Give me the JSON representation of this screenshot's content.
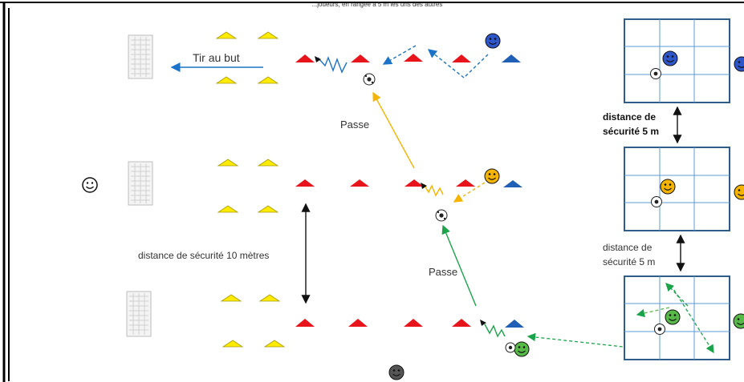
{
  "header": {
    "text": "...joueurs, en rangée à 5 m les uns des autres"
  },
  "labels": {
    "shot": "Tir au but",
    "pass_1": "Passe",
    "pass_2": "Passe",
    "safety_10m": "distance de sécurité 10 mètres",
    "safety_5m_1_line1": "distance de",
    "safety_5m_1_line2": "sécurité 5 m",
    "safety_5m_2_line1": "distance de",
    "safety_5m_2_line2": "sécurité 5 m"
  },
  "colors": {
    "cone_red": "#e8141c",
    "cone_blue": "#1f5fb5",
    "cone_yellow": "#ffeb00",
    "player_blue": "#2f56c9",
    "player_yellow": "#f5b400",
    "player_green": "#57b947",
    "player_grey": "#555555",
    "arrow_blue": "#1a73c9",
    "arrow_orange": "#f5b400",
    "arrow_green": "#1aa34a",
    "grid_line": "#5b9bd5",
    "grid_border": "#2e5d8a"
  },
  "icons": [
    "goal-icon",
    "cone-icon",
    "ball-icon",
    "player-icon",
    "smiley-icon",
    "arrow-icon",
    "zigzag-dribble-icon"
  ]
}
